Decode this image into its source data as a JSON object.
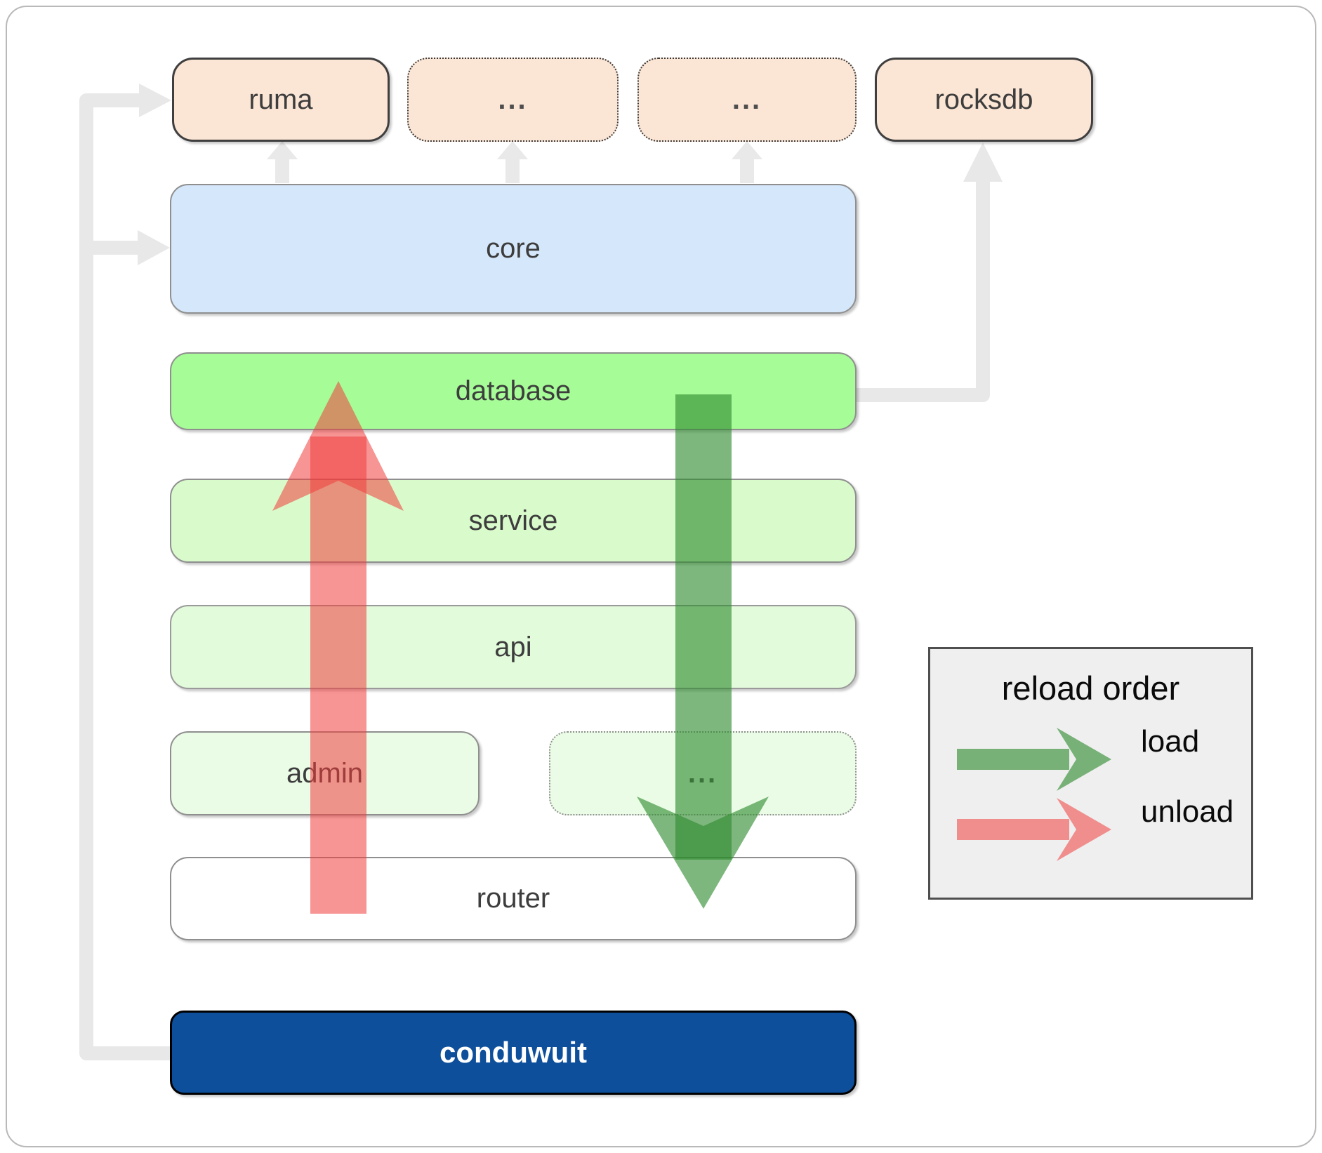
{
  "boxes": {
    "ruma": "ruma",
    "dots1": "...",
    "dots2": "...",
    "rocksdb": "rocksdb",
    "core": "core",
    "database": "database",
    "service": "service",
    "api": "api",
    "admin": "admin",
    "dots3": "...",
    "router": "router",
    "conduwuit": "conduwuit"
  },
  "legend": {
    "title": "reload order",
    "load_label": "load",
    "unload_label": "unload"
  },
  "colors": {
    "load_arrow_green": "#2e8b2e",
    "unload_arrow_red": "#f03c3c",
    "connector_gray": "#e8e8e8",
    "peach_fill": "#fbe5d5",
    "core_fill": "#d5e7fa",
    "database_fill": "#a6fc97",
    "conduwuit_fill": "#0d4f9a",
    "legend_bg": "#efefef"
  }
}
